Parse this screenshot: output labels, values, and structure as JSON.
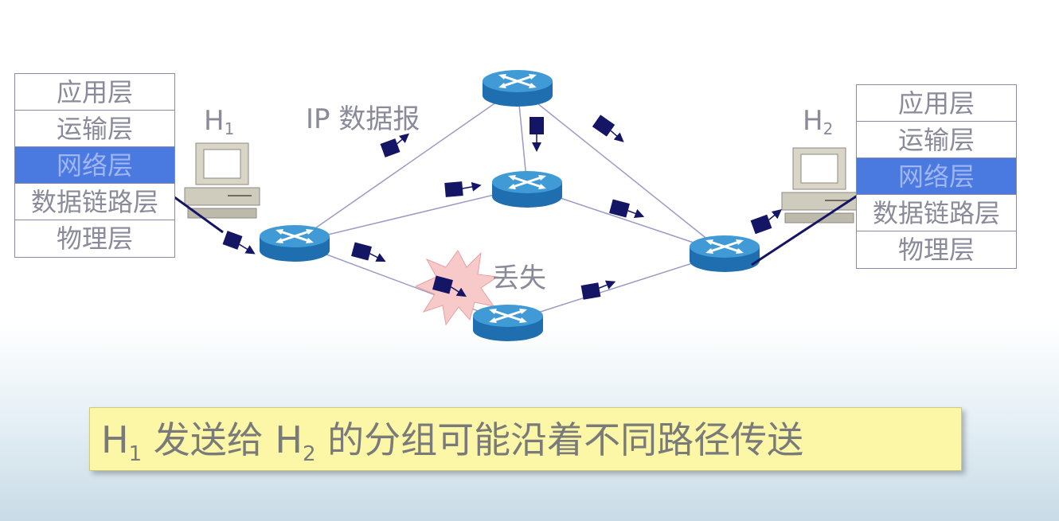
{
  "left_stack": {
    "host": "H",
    "host_sub": "1",
    "layers": [
      "应用层",
      "运输层",
      "网络层",
      "数据链路层",
      "物理层"
    ],
    "highlight_index": 2
  },
  "right_stack": {
    "host": "H",
    "host_sub": "2",
    "layers": [
      "应用层",
      "运输层",
      "网络层",
      "数据链路层",
      "物理层"
    ],
    "highlight_index": 2
  },
  "labels": {
    "datagram": "IP 数据报",
    "lost": "丢失"
  },
  "caption": {
    "h1": "H",
    "h1_sub": "1",
    "mid": " 发送给 ",
    "h2": "H",
    "h2_sub": "2",
    "rest": " 的分组可能沿着不同路径传送"
  },
  "colors": {
    "router_top": "#3f9ad6",
    "router_side": "#1f6fb0",
    "packet": "#151566",
    "highlight": "#4a79e0",
    "caption_bg": "#fbf7a6",
    "burst": "#f7c9c9"
  }
}
